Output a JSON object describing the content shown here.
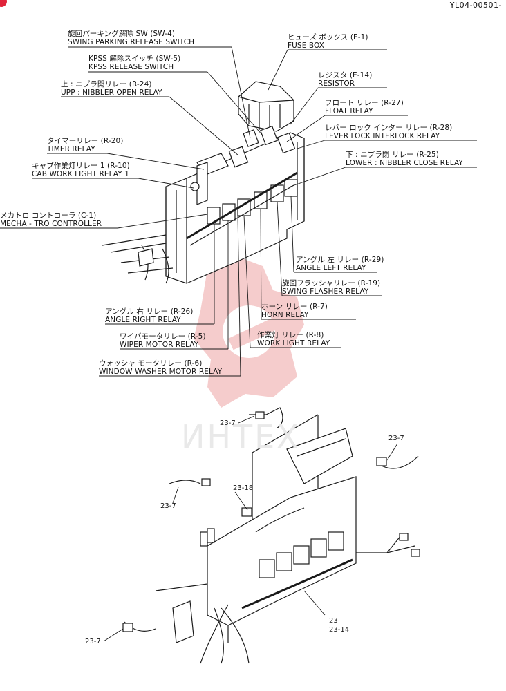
{
  "header": {
    "doc_id": "YL04-00501-"
  },
  "colors": {
    "line": "#1a1a1a",
    "watermark": "#f3c2c2",
    "corner_mark": "#e0243a"
  },
  "watermark": {
    "icon": "gear-wrench-icon",
    "text": "ИНТЕХ"
  },
  "labels": {
    "swing_parking": {
      "jp": "旋回パーキング解除 SW (SW-4)",
      "en": "SWING PARKING RELEASE SWITCH"
    },
    "fuse_box": {
      "jp": "ヒューズ ボックス (E-1)",
      "en": "FUSE BOX"
    },
    "kpss": {
      "jp": "KPSS 解除スイッチ (SW-5)",
      "en": "KPSS RELEASE SWITCH"
    },
    "resistor": {
      "jp": "レジスタ (E-14)",
      "en": "RESISTOR"
    },
    "upp_nibbler": {
      "jp": "上 : ニブラ開リレー (R-24)",
      "en": "UPP : NIBBLER OPEN RELAY"
    },
    "float_relay": {
      "jp": "フロート リレー (R-27)",
      "en": "FLOAT RELAY"
    },
    "lever_lock": {
      "jp": "レバー ロック インター リレー (R-28)",
      "en": "LEVER LOCK INTERLOCK RELAY"
    },
    "timer_relay": {
      "jp": "タイマーリレー (R-20)",
      "en": "TIMER RELAY"
    },
    "lower_nibbler": {
      "jp": "下 : ニブラ閉 リレー (R-25)",
      "en": "LOWER : NIBBLER CLOSE RELAY"
    },
    "cab_work": {
      "jp": "キャブ作業灯リレー 1 (R-10)",
      "en": "CAB WORK LIGHT RELAY 1"
    },
    "mechatro": {
      "jp": "メカトロ コントローラ (C-1)",
      "en": "MECHA - TRO CONTROLLER"
    },
    "angle_left": {
      "jp": "アングル 左 リレー (R-29)",
      "en": "ANGLE LEFT RELAY"
    },
    "swing_flasher": {
      "jp": "旋回フラッシャリレー (R-19)",
      "en": "SWING FLASHER RELAY"
    },
    "angle_right": {
      "jp": "アングル 右 リレー (R-26)",
      "en": "ANGLE RIGHT RELAY"
    },
    "horn": {
      "jp": "ホーン リレー (R-7)",
      "en": "HORN RELAY"
    },
    "wiper": {
      "jp": "ワイパモータリレー (R-5)",
      "en": "WIPER MOTOR RELAY"
    },
    "work_light": {
      "jp": "作業灯 リレー (R-8)",
      "en": "WORK LIGHT RELAY"
    },
    "washer": {
      "jp": "ウォッシャ モータリレー (R-6)",
      "en": "WINDOW WASHER MOTOR RELAY"
    }
  },
  "part_numbers": {
    "p1": "23-7",
    "p2": "23-7",
    "p3": "23-7",
    "p4": "23-18",
    "p5": "23-7",
    "p6": "23",
    "p7": "23-14"
  }
}
